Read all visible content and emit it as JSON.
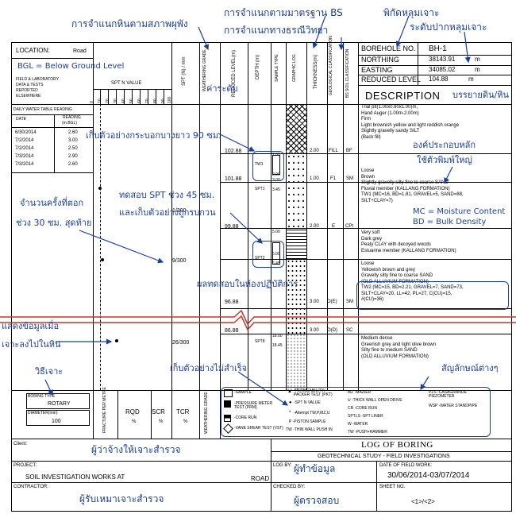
{
  "annotations": {
    "field_condition": "การจำแนกหินตามสภาพผุพัง",
    "bs_standard": "การจำแนกตามมาตรฐาน BS",
    "geology": "การจำแนกทางธรณีวิทยา",
    "coordinates": "พิกัดหลุมเจาะ",
    "ground_level": "ระดับปากหลุมเจาะ",
    "bgl_note": "BGL = Below Ground Level",
    "reduced_level": "ค่าระดับ",
    "describe_soil": "บรรยายดิน/หิน",
    "tube_sample": "เก็บตัวอย่างกระบอกบางยาว 90 ซม.",
    "main_component": "องค์ประกอบหลัก",
    "capital_letters": "ใช้ตัวพิมพ์ใหญ่",
    "spt_test_1": "ทดสอบ SPT ช่วง 45 ซม.",
    "spt_test_2": "และเก็บตัวอย่างถูกรบกวน",
    "blow_count_1": "จำนวนครั้งที่ตอก",
    "blow_count_2": "ช่วง 30 ซม. สุดท้าย",
    "mc_note": "MC = Moisture Content",
    "bd_note": "BD = Bulk Density",
    "lab_results": "ผลทดสอบในห้องปฏิบัติการ",
    "rock_data_1": "แสดงข้อมูลเมื่อ",
    "rock_data_2": "เจาะลงไปในหิน",
    "failed_sample": "เก็บตัวอย่างไม่สำเร็จ",
    "method": "วิธีเจาะ",
    "symbols": "สัญลักษณ์ต่างๆ",
    "client_note": "ผู้ว่าจ้างให้เจาะสำรวจ",
    "logger_note": "ผู้ทำข้อมูล",
    "contractor_note": "ผู้รับเหมาเจาะสำรวจ",
    "checker_note": "ผู้ตรวจสอบ"
  },
  "header": {
    "location_label": "LOCATION:",
    "location_value": "Road",
    "field_lab_1": "FIELD & LABORATORY",
    "field_lab_2": "DATA & TESTS",
    "field_lab_3": "REPORTED",
    "field_lab_4": "ELSEWHERE",
    "spt_n_value": "SPT N VALUE",
    "spt_ticks": [
      "0",
      "10",
      "20",
      "30",
      "40",
      "50",
      "60",
      "70",
      "80",
      "90",
      "100"
    ],
    "spt_col": "SPT (N) / mm",
    "weathering": "WEATHERING GRADE",
    "reduced_level_col": "REDUCED LEVEL(m)",
    "depth_col": "DEPTH (m)",
    "sample_type": "SAMPLE TYPE",
    "graphic_log": "GRAPHIC LOG",
    "thickness": "THICKNESS(m)",
    "geological": "GEOLOGICAL CLASSIFICATION",
    "bs_class": "BS SOIL CLASSIFICATION",
    "borehole_label": "BOREHOLE NO.",
    "borehole_value": "BH-1",
    "northing_label": "NORTHING",
    "northing_value": "38143.91",
    "easting_label": "EASTING",
    "easting_value": "34085.02",
    "unit_m": "m",
    "rl_label": "REDUCED LEVEL",
    "rl_value": "104.88",
    "description": "DESCRIPTION"
  },
  "water_table": {
    "title": "DAILY WATER TABLE READING",
    "date_label": "DATE",
    "reading_label": "READING",
    "reading_unit": "(m.BGL)",
    "rows": [
      {
        "date": "6/30/2014",
        "reading": "2.60"
      },
      {
        "date": "7/2/2014",
        "reading": "3.00"
      },
      {
        "date": "7/2/2014",
        "reading": "2.50"
      },
      {
        "date": "7/3/2014",
        "reading": "2.90"
      },
      {
        "date": "7/3/2014",
        "reading": "2.60"
      }
    ]
  },
  "log": {
    "spt_values": [
      "1/300",
      "9/300",
      "26/300"
    ],
    "reduced_levels": [
      "102.88",
      "101.88",
      "99.88",
      "96.88",
      "86.88"
    ],
    "depth_marks": [
      "2.00",
      "2.90",
      "3.00",
      "3.45",
      "5.00",
      "6.00",
      "6.45",
      "18.00",
      "18.45"
    ],
    "sample_labels": [
      "TW1",
      "SPT1",
      "SPT2",
      "SPT8"
    ],
    "rows": [
      {
        "thk": "2.00",
        "geo": "FILL",
        "bs": "BF"
      },
      {
        "thk": "1.00",
        "geo": "F1",
        "bs": "SM"
      },
      {
        "thk": "2.00",
        "geo": "E",
        "bs": "CPt"
      },
      {
        "thk": "3.00",
        "geo": "O(E)",
        "bs": "SM"
      },
      {
        "thk": "3.00",
        "geo": "O(D)",
        "bs": "SC"
      }
    ],
    "desc1": [
      "Trial pit(1.00x0.80x1.00)m,",
      "Hand Auger (1.00m-2.00m)",
      "Firm",
      "Light brownish yellow and light reddish orange",
      "Slightly gravelly sandy SILT",
      "(Back fill)"
    ],
    "desc2": [
      "Loose",
      "Brown",
      "Slightly gravelly silty fine to coarse SAND",
      "Fluvial member (KALLANG FORMATION)",
      "TW1 (MC=16, BD=1.81, GRAVEL=5, SAND=88,",
      "SILT+CLAY=7)"
    ],
    "desc3": [
      "Very soft",
      "Dark grey",
      "Peaty CLAY with decoyed woods",
      "Estuarine member (KALLANG FORMATION)"
    ],
    "desc4": [
      "Loose",
      "Yellowish brown and grey",
      "Gravelly silty fine to coarse SAND",
      "(OLD ALLUVIUM FORMATION)",
      "TW2 (MC=15, BD=2.21, GRAVEL=7, SAND=73,",
      "SILT+CLAY=20, LL=42, PL=27, C(CU)=15,",
      "#(CU)=36)"
    ],
    "desc5": [
      "Medium dense",
      "Greenish grey and light olive brown",
      "Silty fine to medium SAND",
      "(OLD ALLUVIUM FORMATION)"
    ]
  },
  "rock": {
    "boring_type_label": "BORING TYPE",
    "boring_type_value": "ROTARY",
    "diameter_label": "DIAMETER(mm)",
    "diameter_value": "100",
    "fracture_col": "FRACTURE PER METRE",
    "rqd": "RQD",
    "scr": "SCR",
    "tcr": "TCR",
    "pct": "%",
    "weathering": "WEATHERING GRADE"
  },
  "legend": {
    "sample": "-SAMPLE",
    "pressure": "-PRESSURE METER TEST (PRM)",
    "core": "-CORE RUN",
    "vane": "-VANE SHEAR TEST (VST)",
    "perm": "-PERMEABILITY/ PACKER TEST (PKT)",
    "sptn": "-SPT N VALUE",
    "attempt": "-Attempt TW,P,MZ,U",
    "piston": "P -PISTON SAMPLE",
    "tw": "TW -THIN WALL PUSH IN",
    "mz": "MZ -MAZIER",
    "u": "U -THICK WALL OPEN DRIVE",
    "cr": "CR -CORE RUN",
    "spts": "SPTLS -SPT LINER",
    "w": "W -WATER",
    "twph": "TW -PUSH+HAMMER",
    "pzs": "PZS -CASAGRANDE PIEZOMETER",
    "wsp": "WSP -WATER STANDPIPE"
  },
  "footer": {
    "client_label": "Client:",
    "log_title": "LOG OF BORING",
    "log_subtitle": "GEOTECHNICAL STUDY - FIELD INVESTIGATIONS",
    "project_label": "PROJECT:",
    "project_value": "SOIL INVESTIGATION WORKS AT",
    "project_road": "ROAD",
    "log_by": "LOG BY:",
    "date_label": "DATE OF FIELD WORK:",
    "date_value": "30/06/2014-03/07/2014",
    "contractor_label": "CONTRACTOR:",
    "checked_by": "CHECKED BY:",
    "sheet_label": "SHEET NO.",
    "sheet_value": "<1>/<2>"
  }
}
